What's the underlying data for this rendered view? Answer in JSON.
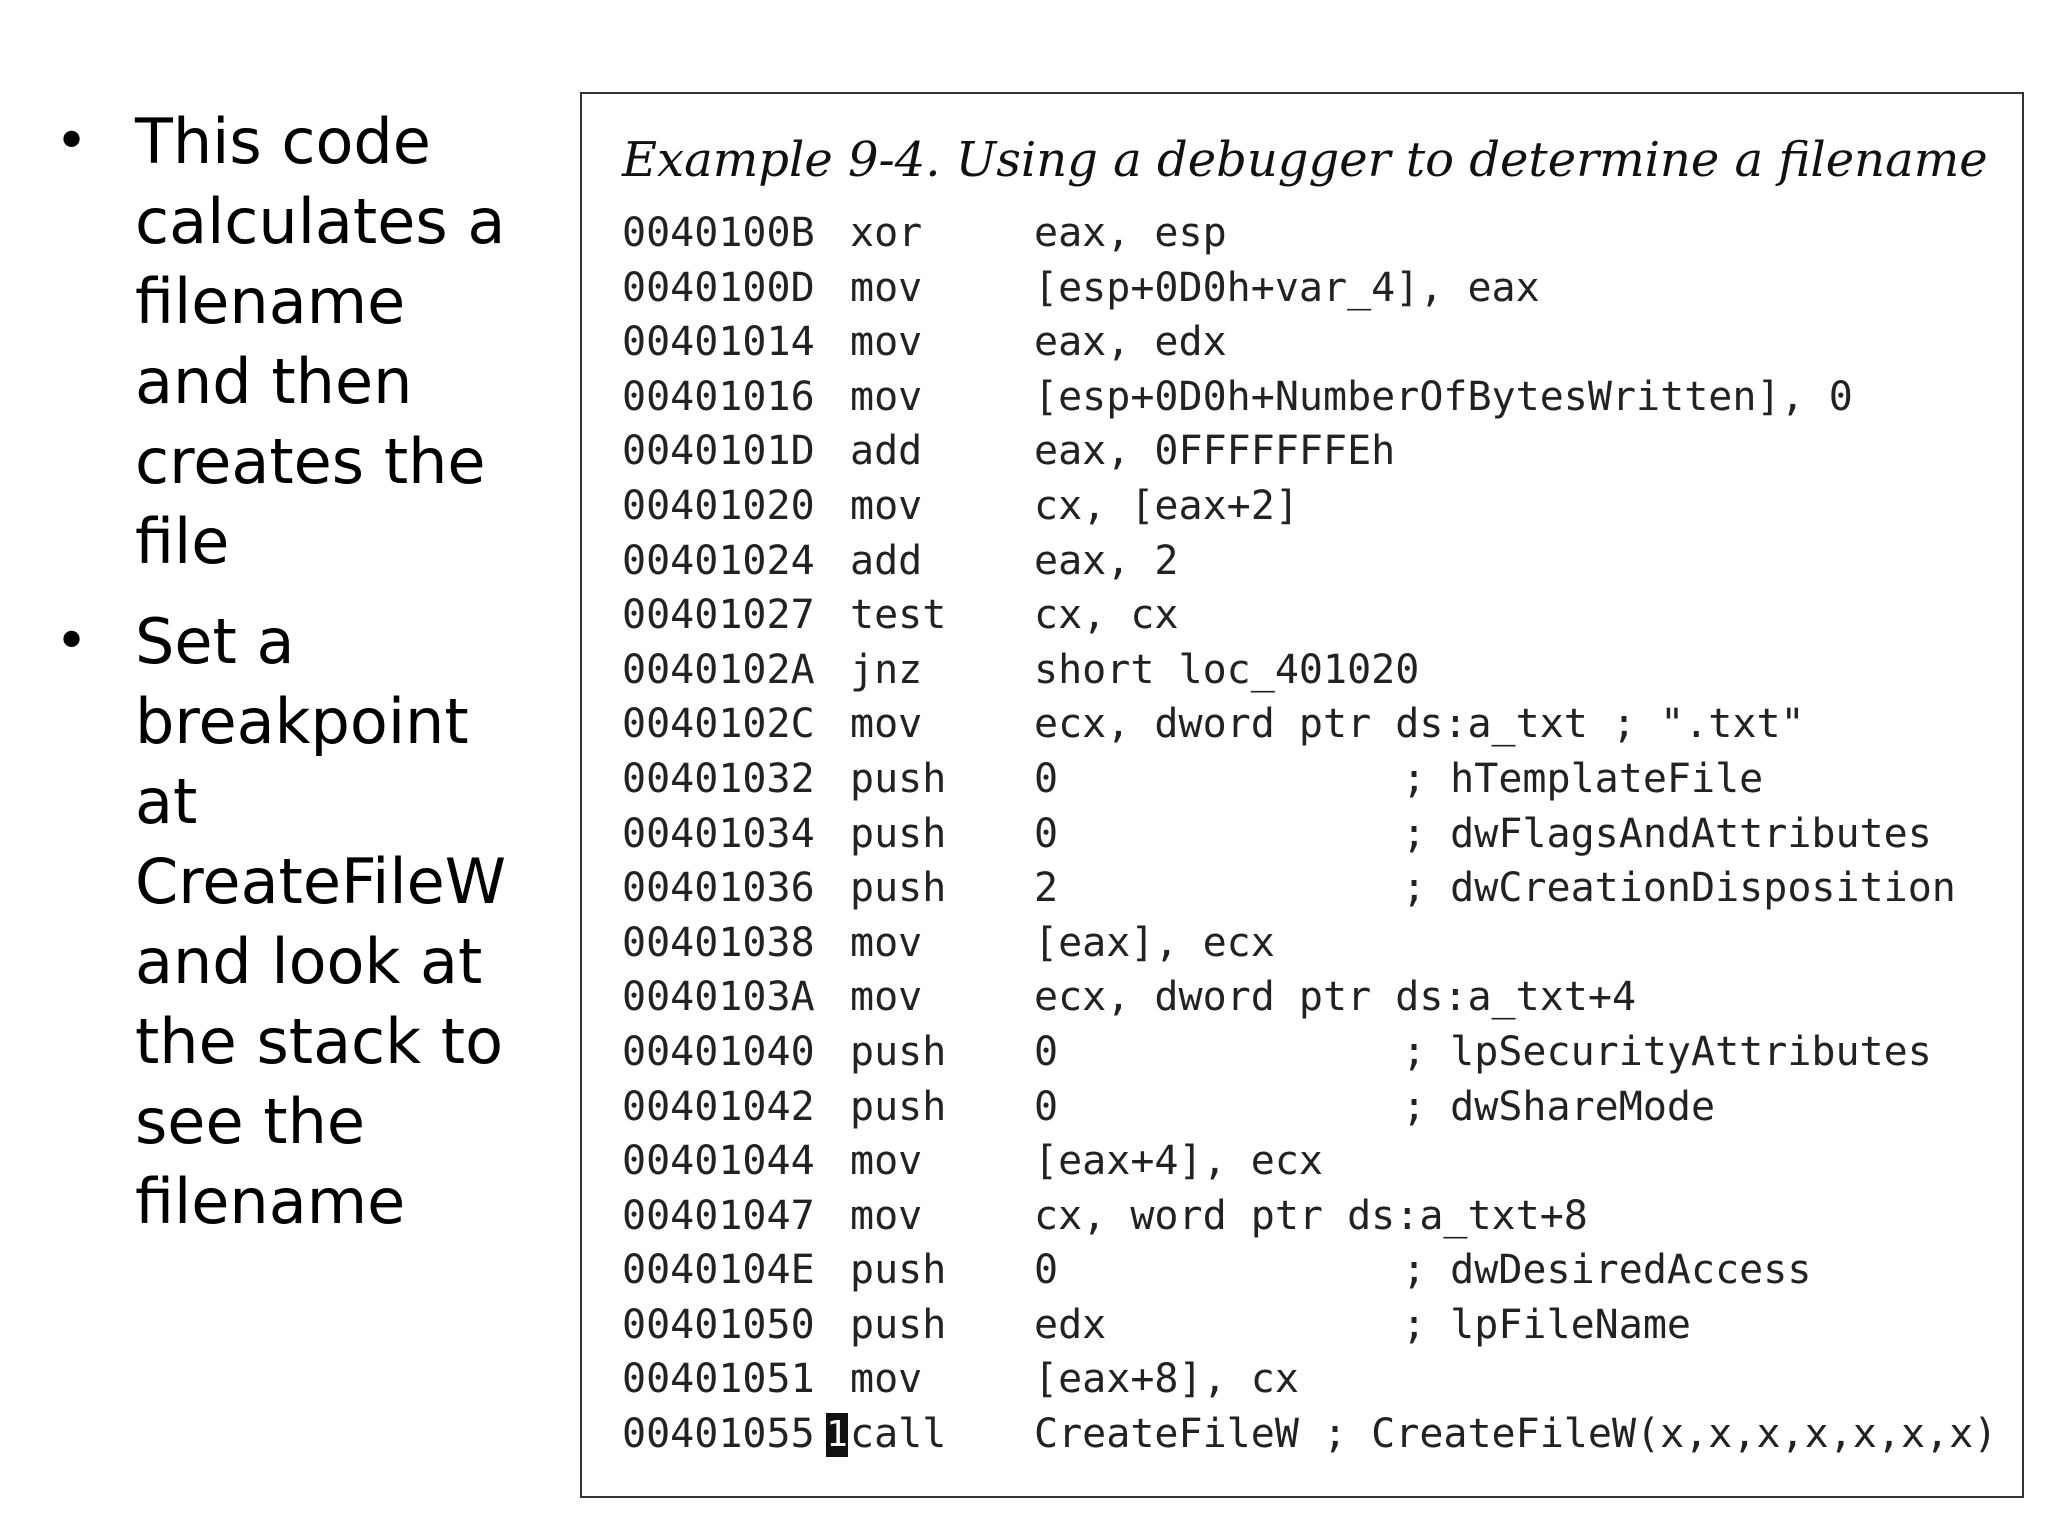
{
  "bullets": [
    "This code calculates a filename and then creates the file",
    "Set a breakpoint at CreateFileW and look at the stack to see the filename"
  ],
  "bullet_glyph": "•",
  "code_example": {
    "caption": "Example 9-4. Using a debugger to determine a filename",
    "cursor_marker": "1",
    "lines": [
      {
        "address": "0040100B",
        "mnemonic": "xor",
        "operands": "eax, esp",
        "comment": ""
      },
      {
        "address": "0040100D",
        "mnemonic": "mov",
        "operands": "[esp+0D0h+var_4], eax",
        "comment": ""
      },
      {
        "address": "00401014",
        "mnemonic": "mov",
        "operands": "eax, edx",
        "comment": ""
      },
      {
        "address": "00401016",
        "mnemonic": "mov",
        "operands": "[esp+0D0h+NumberOfBytesWritten], 0",
        "comment": ""
      },
      {
        "address": "0040101D",
        "mnemonic": "add",
        "operands": "eax, 0FFFFFFFEh",
        "comment": ""
      },
      {
        "address": "00401020",
        "mnemonic": "mov",
        "operands": "cx, [eax+2]",
        "comment": ""
      },
      {
        "address": "00401024",
        "mnemonic": "add",
        "operands": "eax, 2",
        "comment": ""
      },
      {
        "address": "00401027",
        "mnemonic": "test",
        "operands": "cx, cx",
        "comment": ""
      },
      {
        "address": "0040102A",
        "mnemonic": "jnz",
        "operands": "short loc_401020",
        "comment": ""
      },
      {
        "address": "0040102C",
        "mnemonic": "mov",
        "operands": "ecx, dword ptr ds:a_txt ; \".txt\"",
        "comment": ""
      },
      {
        "address": "00401032",
        "mnemonic": "push",
        "operands": "0",
        "comment": "; hTemplateFile"
      },
      {
        "address": "00401034",
        "mnemonic": "push",
        "operands": "0",
        "comment": "; dwFlagsAndAttributes"
      },
      {
        "address": "00401036",
        "mnemonic": "push",
        "operands": "2",
        "comment": "; dwCreationDisposition"
      },
      {
        "address": "00401038",
        "mnemonic": "mov",
        "operands": "[eax], ecx",
        "comment": ""
      },
      {
        "address": "0040103A",
        "mnemonic": "mov",
        "operands": "ecx, dword ptr ds:a_txt+4",
        "comment": ""
      },
      {
        "address": "00401040",
        "mnemonic": "push",
        "operands": "0",
        "comment": "; lpSecurityAttributes"
      },
      {
        "address": "00401042",
        "mnemonic": "push",
        "operands": "0",
        "comment": "; dwShareMode"
      },
      {
        "address": "00401044",
        "mnemonic": "mov",
        "operands": "[eax+4], ecx",
        "comment": ""
      },
      {
        "address": "00401047",
        "mnemonic": "mov",
        "operands": "cx, word ptr ds:a_txt+8",
        "comment": ""
      },
      {
        "address": "0040104E",
        "mnemonic": "push",
        "operands": "0",
        "comment": "; dwDesiredAccess"
      },
      {
        "address": "00401050",
        "mnemonic": "push",
        "operands": "edx",
        "comment": "; lpFileName"
      },
      {
        "address": "00401051",
        "mnemonic": "mov",
        "operands": "[eax+8], cx",
        "comment": ""
      },
      {
        "address": "00401055",
        "mnemonic": "call",
        "operands": "CreateFileW ; CreateFileW(x,x,x,x,x,x,x)",
        "comment": "",
        "cursor": true
      }
    ]
  }
}
